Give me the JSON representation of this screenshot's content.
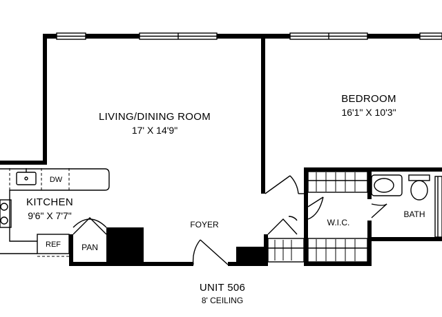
{
  "rooms": {
    "living": {
      "name": "LIVING/DINING ROOM",
      "size": "17' X 14'9\""
    },
    "bedroom": {
      "name": "BEDROOM",
      "size": "16'1\" X 10'3\""
    },
    "kitchen": {
      "name": "KITCHEN",
      "size": "9'6\" X 7'7\""
    },
    "foyer": {
      "name": "FOYER"
    },
    "wic": {
      "name": "W.I.C."
    },
    "bath": {
      "name": "BATH"
    },
    "pantry": {
      "name": "PAN"
    },
    "refrigerator": {
      "name": "REF"
    },
    "dishwasher": {
      "name": "DW"
    }
  },
  "unit": {
    "name": "UNIT 506",
    "ceiling": "8' CEILING"
  }
}
